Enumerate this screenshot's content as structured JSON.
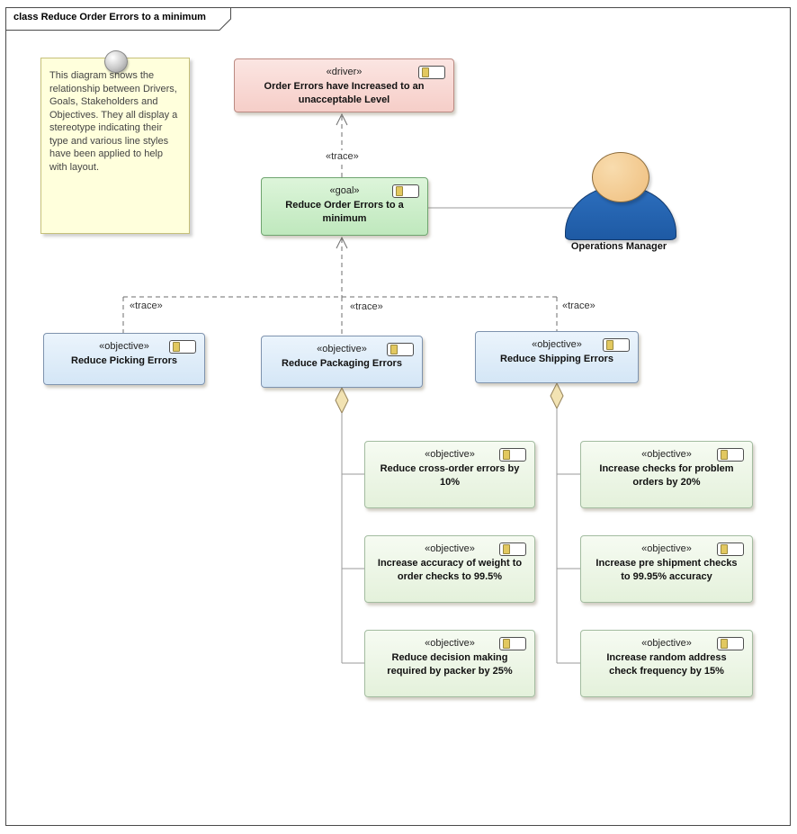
{
  "frame": {
    "title": "class Reduce Order Errors to a minimum"
  },
  "labels": {
    "trace": "«trace»"
  },
  "note": {
    "text": "This diagram shows the relationship between Drivers, Goals, Stakeholders and Objectives. They all display a stereotype indicating their type and various line styles have been applied to help with layout."
  },
  "driver": {
    "stereotype": "«driver»",
    "name": "Order Errors have Increased to an unacceptable Level"
  },
  "goal": {
    "stereotype": "«goal»",
    "name": "Reduce Order Errors to a minimum"
  },
  "actor": {
    "name": "Operations Manager"
  },
  "objectives": [
    {
      "stereotype": "«objective»",
      "name": "Reduce Picking Errors"
    },
    {
      "stereotype": "«objective»",
      "name": "Reduce Packaging Errors"
    },
    {
      "stereotype": "«objective»",
      "name": "Reduce Shipping Errors"
    }
  ],
  "packaging_subs": [
    {
      "stereotype": "«objective»",
      "name": "Reduce cross-order errors by 10%"
    },
    {
      "stereotype": "«objective»",
      "name": "Increase accuracy of weight to order checks to 99.5%"
    },
    {
      "stereotype": "«objective»",
      "name": "Reduce decision making required by packer by 25%"
    }
  ],
  "shipping_subs": [
    {
      "stereotype": "«objective»",
      "name": "Increase checks for problem orders by 20%"
    },
    {
      "stereotype": "«objective»",
      "name": "Increase pre shipment checks to 99.95% accuracy"
    },
    {
      "stereotype": "«objective»",
      "name": "Increase random address check frequency by 15%"
    }
  ],
  "colors": {
    "driver_fill": "#F6CEC8",
    "driver_border": "#BB8A82",
    "goal_fill": "#BFE8BD",
    "goal_border": "#6FA46F",
    "objective_fill": "#D4E6F6",
    "objective_border": "#7E93AE",
    "sub_objective_fill": "#E4F1DB",
    "sub_objective_border": "#A3BCA0",
    "note_fill": "#FFFFDC",
    "note_border": "#C6C07A",
    "actor_body": "#1E5AA4",
    "actor_head": "#EFBE7D",
    "connector": "#9A9A9A",
    "trace_line": "#6E6E6E"
  }
}
